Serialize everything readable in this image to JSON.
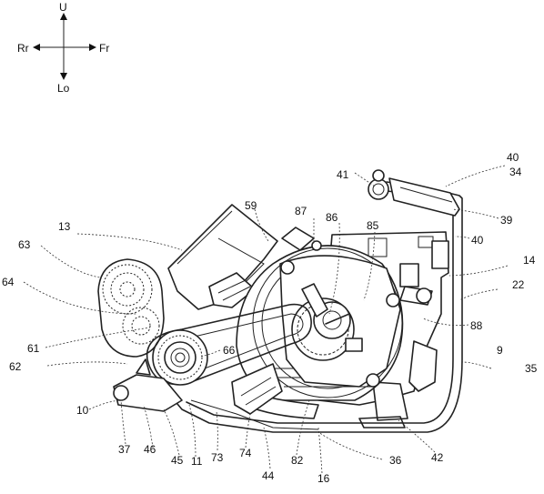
{
  "orientation": {
    "up": "U",
    "down": "Lo",
    "rear": "Rr",
    "front": "Fr"
  },
  "labels": [
    {
      "id": "l40a",
      "text": "40"
    },
    {
      "id": "l34",
      "text": "34"
    },
    {
      "id": "l41",
      "text": "41"
    },
    {
      "id": "l39",
      "text": "39"
    },
    {
      "id": "l59",
      "text": "59"
    },
    {
      "id": "l87",
      "text": "87"
    },
    {
      "id": "l86",
      "text": "86"
    },
    {
      "id": "l85",
      "text": "85"
    },
    {
      "id": "l40b",
      "text": "40"
    },
    {
      "id": "l13",
      "text": "13"
    },
    {
      "id": "l63",
      "text": "63"
    },
    {
      "id": "l14",
      "text": "14"
    },
    {
      "id": "l64",
      "text": "64"
    },
    {
      "id": "l22",
      "text": "22"
    },
    {
      "id": "l88",
      "text": "88"
    },
    {
      "id": "l61",
      "text": "61"
    },
    {
      "id": "l66",
      "text": "66"
    },
    {
      "id": "l9",
      "text": "9"
    },
    {
      "id": "l62",
      "text": "62"
    },
    {
      "id": "l35",
      "text": "35"
    },
    {
      "id": "l10",
      "text": "10"
    },
    {
      "id": "l37",
      "text": "37"
    },
    {
      "id": "l46",
      "text": "46"
    },
    {
      "id": "l45",
      "text": "45"
    },
    {
      "id": "l11",
      "text": "11"
    },
    {
      "id": "l73",
      "text": "73"
    },
    {
      "id": "l74",
      "text": "74"
    },
    {
      "id": "l44",
      "text": "44"
    },
    {
      "id": "l82",
      "text": "82"
    },
    {
      "id": "l16",
      "text": "16"
    },
    {
      "id": "l36",
      "text": "36"
    },
    {
      "id": "l42",
      "text": "42"
    }
  ]
}
